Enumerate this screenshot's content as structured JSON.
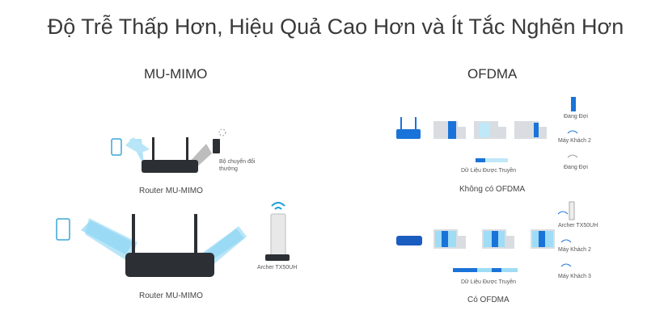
{
  "title": "Độ Trễ Thấp Hơn, Hiệu Quả Cao Hơn và Ít Tắc Nghẽn Hơn",
  "left": {
    "heading": "MU-MIMO",
    "top": {
      "client_label": "Bộ chuyển đổi thường",
      "caption": "Router MU-MIMO"
    },
    "bottom": {
      "client_label": "Archer TX50UH",
      "caption": "Router MU-MIMO"
    }
  },
  "right": {
    "heading": "OFDMA",
    "without": {
      "data_label": "Dữ Liệu Được Truyền",
      "caption": "Không có OFDMA",
      "clients": [
        "Đang Đợi",
        "Máy Khách 2",
        "Đang Đợi"
      ]
    },
    "with": {
      "data_label": "Dữ Liệu Được Truyền",
      "caption": "Có OFDMA",
      "clients": [
        "Archer TX50UH",
        "Máy Khách 2",
        "Máy Khách 3"
      ]
    }
  },
  "colors": {
    "accent": "#1a73d9",
    "light": "#9fdcf5",
    "dark_router": "#2c2f33"
  }
}
